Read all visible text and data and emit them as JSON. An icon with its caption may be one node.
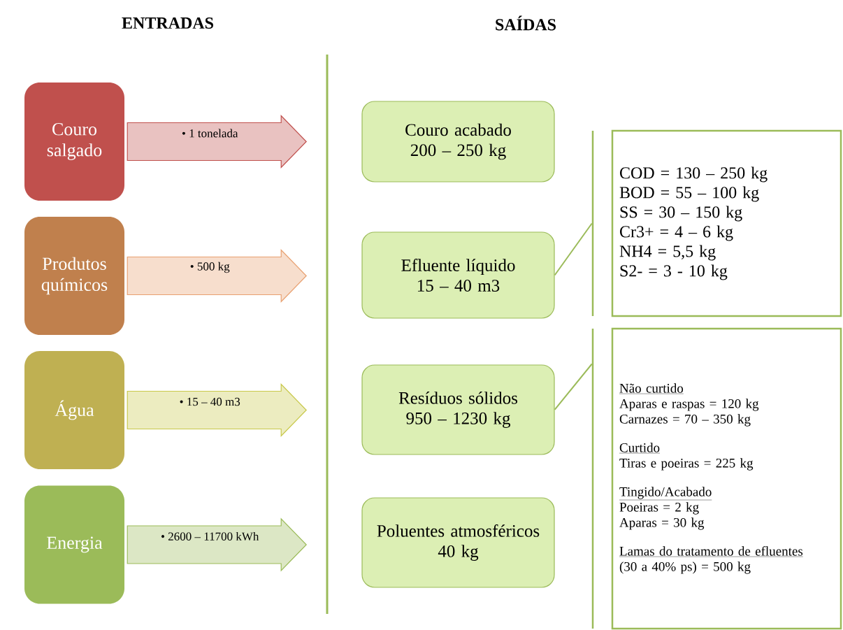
{
  "diagram": {
    "nodes": [
      {
        "text": [
          "Couro salgado"
        ]
      },
      {
        "text": [
          "Produtos químicos"
        ]
      },
      {
        "text": [
          "Água"
        ]
      },
      {
        "text": [
          "Energia"
        ]
      },
      {
        "text": [
          "Couro acabado",
          "200 – 250 kg"
        ]
      },
      {
        "text": [
          "Efluente líquido",
          "15 – 40 m3"
        ]
      },
      {
        "text": [
          "Resíduos sólidos",
          "950 – 1230 kg"
        ]
      },
      {
        "text": [
          "Poluentes atmosféricos",
          "40 kg"
        ]
      },
      {
        "text": [
          "COD = 130 – 250 kg",
          "BOD = 55 – 100 kg",
          "SS = 30 – 150 kg",
          "Cr3+ = 4 – 6 kg",
          "NH4 = 5,5 kg",
          "S2- = 3 - 10 kg"
        ]
      },
      {
        "text": [
          "Não curtido",
          "Aparas e raspas = 120 kg",
          "Carnazes = 70 – 350 kg",
          "Curtido",
          "Tiras e poeiras = 225 kg",
          "Tingido/Acabado",
          "Poeiras = 2 kg",
          "Aparas = 30 kg",
          "Lamas do tratamento de efluentes",
          "(30 a 40% ps) = 500 kg"
        ]
      }
    ],
    "edges": [
      {
        "from": 0,
        "to": null,
        "arrow": "to",
        "label": "• 1 tonelada",
        "color": "#c0504d"
      },
      {
        "from": 1,
        "to": null,
        "arrow": "to",
        "label": "• 500 kg",
        "color": "#e8a070"
      },
      {
        "from": 2,
        "to": null,
        "arrow": "to",
        "label": "• 15 – 40 m3",
        "color": "#c8c84a"
      },
      {
        "from": 3,
        "to": null,
        "arrow": "to",
        "label": "• 2600 – 11700 kWh",
        "color": "#9bbb59"
      },
      {
        "from": 5,
        "to": 8,
        "arrow": "none",
        "color": "#9bbb59"
      },
      {
        "from": 6,
        "to": 9,
        "arrow": "none",
        "color": "#9bbb59"
      }
    ],
    "labels": [
      "ENTRADAS",
      "SAÍDAS"
    ]
  }
}
